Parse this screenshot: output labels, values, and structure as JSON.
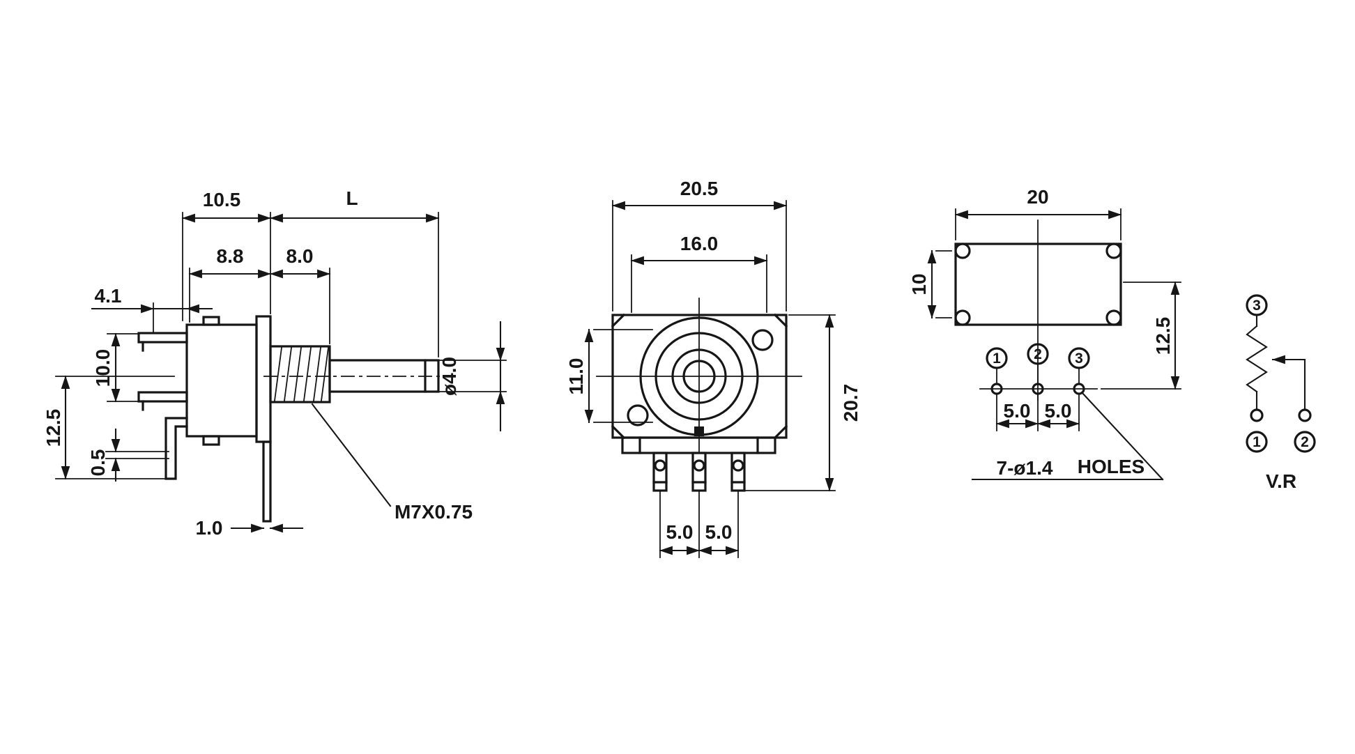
{
  "meta": {
    "background_color": "#ffffff",
    "line_color": "#161616",
    "drawing_type": "rotary potentiometer dimension drawing"
  },
  "side_view": {
    "d_10_5": "10.5",
    "d_L": "L",
    "d_8_8": "8.8",
    "d_8_0": "8.0",
    "d_4_1": "4.1",
    "d_10_0": "10.0",
    "d_12_5": "12.5",
    "d_0_5": "0.5",
    "d_1_0": "1.0",
    "thread_label": "M7X0.75",
    "shaft_dia": "ø4.0"
  },
  "front_view": {
    "d_20_5": "20.5",
    "d_16_0": "16.0",
    "d_11_0": "11.0",
    "d_20_7": "20.7",
    "d_5_0_left": "5.0",
    "d_5_0_right": "5.0"
  },
  "pcb_view": {
    "d_20": "20",
    "d_10": "10",
    "d_12_5": "12.5",
    "d_5_0_left": "5.0",
    "d_5_0_right": "5.0",
    "holes_note": "7-ø1.4",
    "holes_word": "HOLES",
    "pin_numbers": [
      "1",
      "2",
      "3"
    ]
  },
  "schematic": {
    "pin_top": "3",
    "pin_bottom_left": "1",
    "pin_bottom_right": "2",
    "label": "V.R"
  }
}
